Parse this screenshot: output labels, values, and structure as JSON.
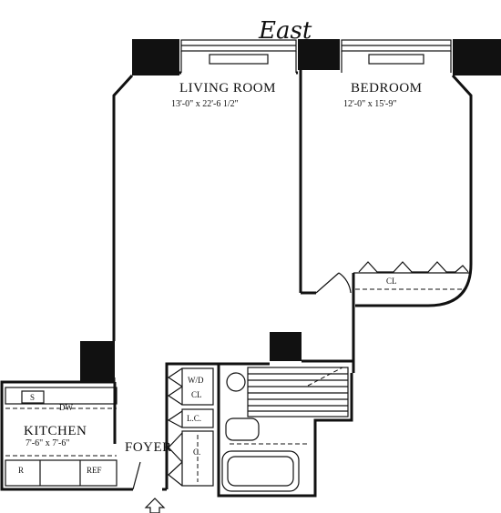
{
  "compass": {
    "orientation_label": "East"
  },
  "rooms": {
    "living_room": {
      "name": "LIVING ROOM",
      "dimensions": "13'-0\" x 22'-6 1/2\""
    },
    "bedroom": {
      "name": "BEDROOM",
      "dimensions": "12'-0\" x 15'-9\""
    },
    "kitchen": {
      "name": "KITCHEN",
      "dimensions": "7'-6\" x 7'-6\""
    },
    "foyer": {
      "name": "FOYER"
    }
  },
  "closets": {
    "bedroom_closet": "CL",
    "washer_dryer_line1": "W/D",
    "washer_dryer_line2": "CL",
    "linen_closet": "L.C.",
    "coat_closet": "C."
  },
  "appliances": {
    "sink": "S",
    "dishwasher": "DW",
    "range": "R",
    "refrigerator": "REF"
  },
  "colors": {
    "ink": "#111111",
    "paper": "#ffffff"
  }
}
